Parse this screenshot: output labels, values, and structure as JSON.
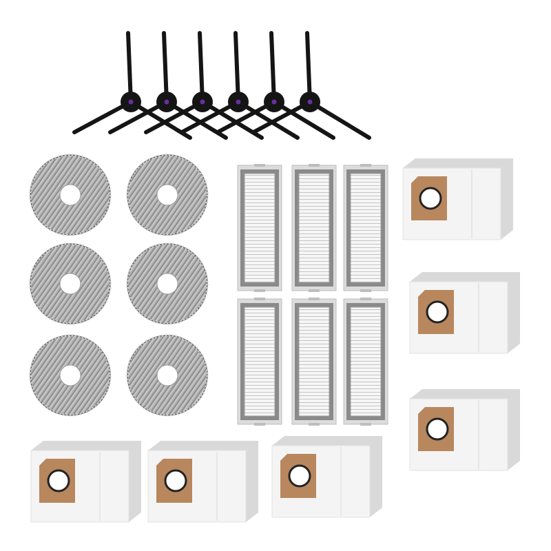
{
  "colors": {
    "background": "#ffffff",
    "brush": "#151515",
    "brush_hub_accent": "#6a2ea0",
    "mop_pad": "#a7a7a7",
    "mop_pad_dark": "#6e6e6e",
    "filter_frame": "#8a8a8a",
    "filter_pleats": "#f3f3f3",
    "bag_body": "#f4f4f4",
    "bag_shadow": "#d9d9d9",
    "bag_collar": "#b8875e",
    "bag_ring": "#222222"
  },
  "items": {
    "side_brushes": {
      "count": 6,
      "icon": "side-brush-icon"
    },
    "mop_pads": {
      "count": 6,
      "icon": "mop-pad-icon"
    },
    "hepa_filters": {
      "count": 6,
      "icon": "hepa-filter-icon"
    },
    "dust_bags": {
      "count": 6,
      "icon": "dust-bag-icon"
    }
  }
}
